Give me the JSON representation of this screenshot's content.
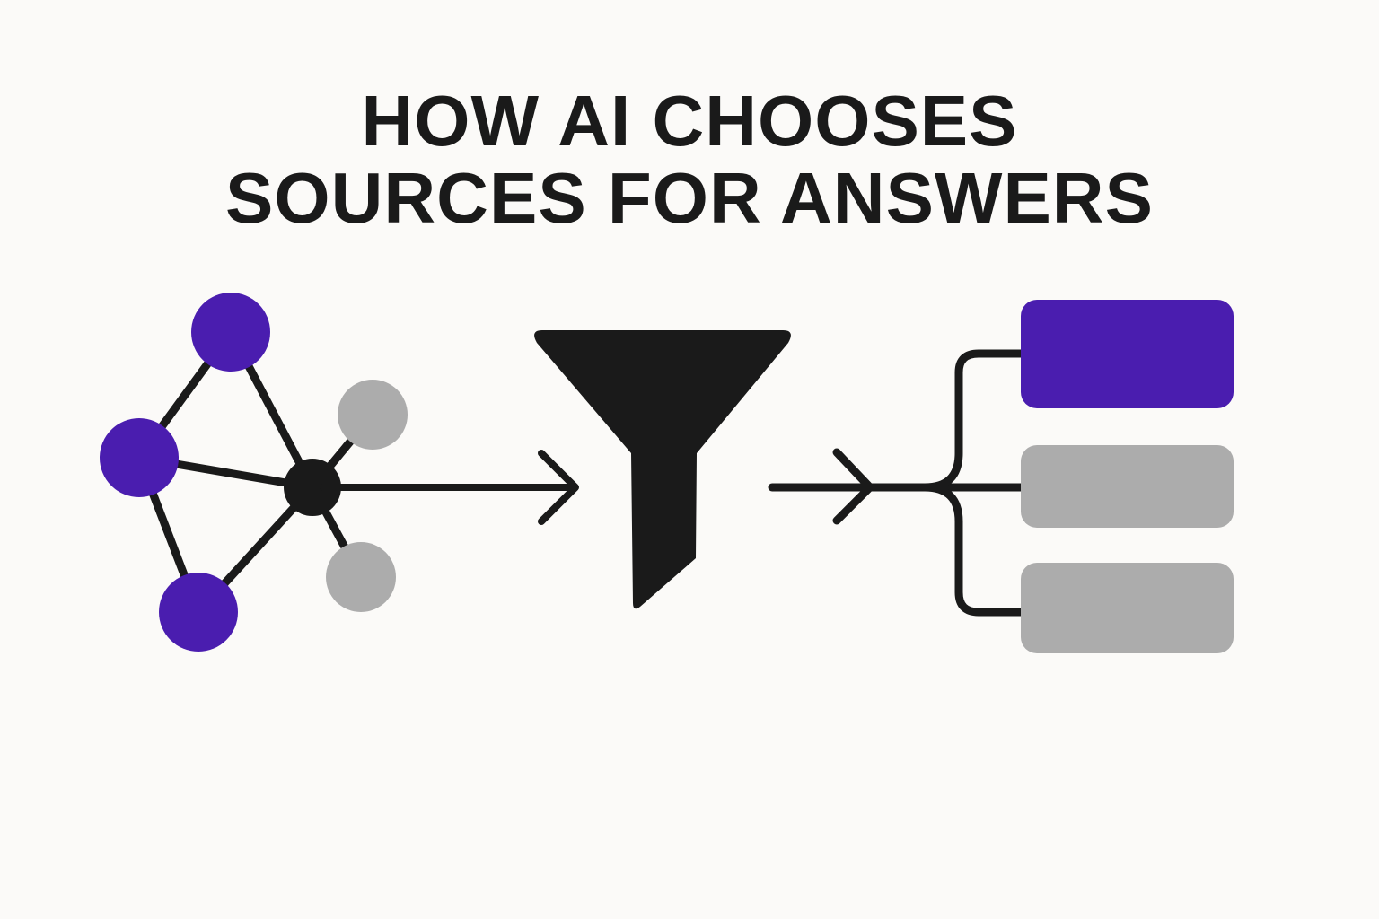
{
  "title": {
    "line1": "HOW AI CHOOSES",
    "line2": "SOURCES FOR ANSWERS"
  },
  "colors": {
    "background": "#fbfaf8",
    "accent_purple": "#4a1daf",
    "neutral_gray": "#acacac",
    "ink": "#1a1a1a"
  },
  "diagram": {
    "stages": [
      {
        "name": "source-network",
        "description": "network of candidate sources: 3 purple selected nodes, 2 gray nodes, 1 black hub"
      },
      {
        "name": "filter",
        "icon": "funnel-icon"
      },
      {
        "name": "ranked-results",
        "description": "3 output blocks: top purple, two gray"
      }
    ],
    "network_nodes": [
      {
        "id": "top",
        "color": "purple"
      },
      {
        "id": "left",
        "color": "purple"
      },
      {
        "id": "bottom",
        "color": "purple"
      },
      {
        "id": "gray-upper",
        "color": "gray"
      },
      {
        "id": "gray-lower",
        "color": "gray"
      },
      {
        "id": "hub",
        "color": "black"
      }
    ],
    "results": [
      {
        "rank": 1,
        "color": "purple"
      },
      {
        "rank": 2,
        "color": "gray"
      },
      {
        "rank": 3,
        "color": "gray"
      }
    ]
  }
}
